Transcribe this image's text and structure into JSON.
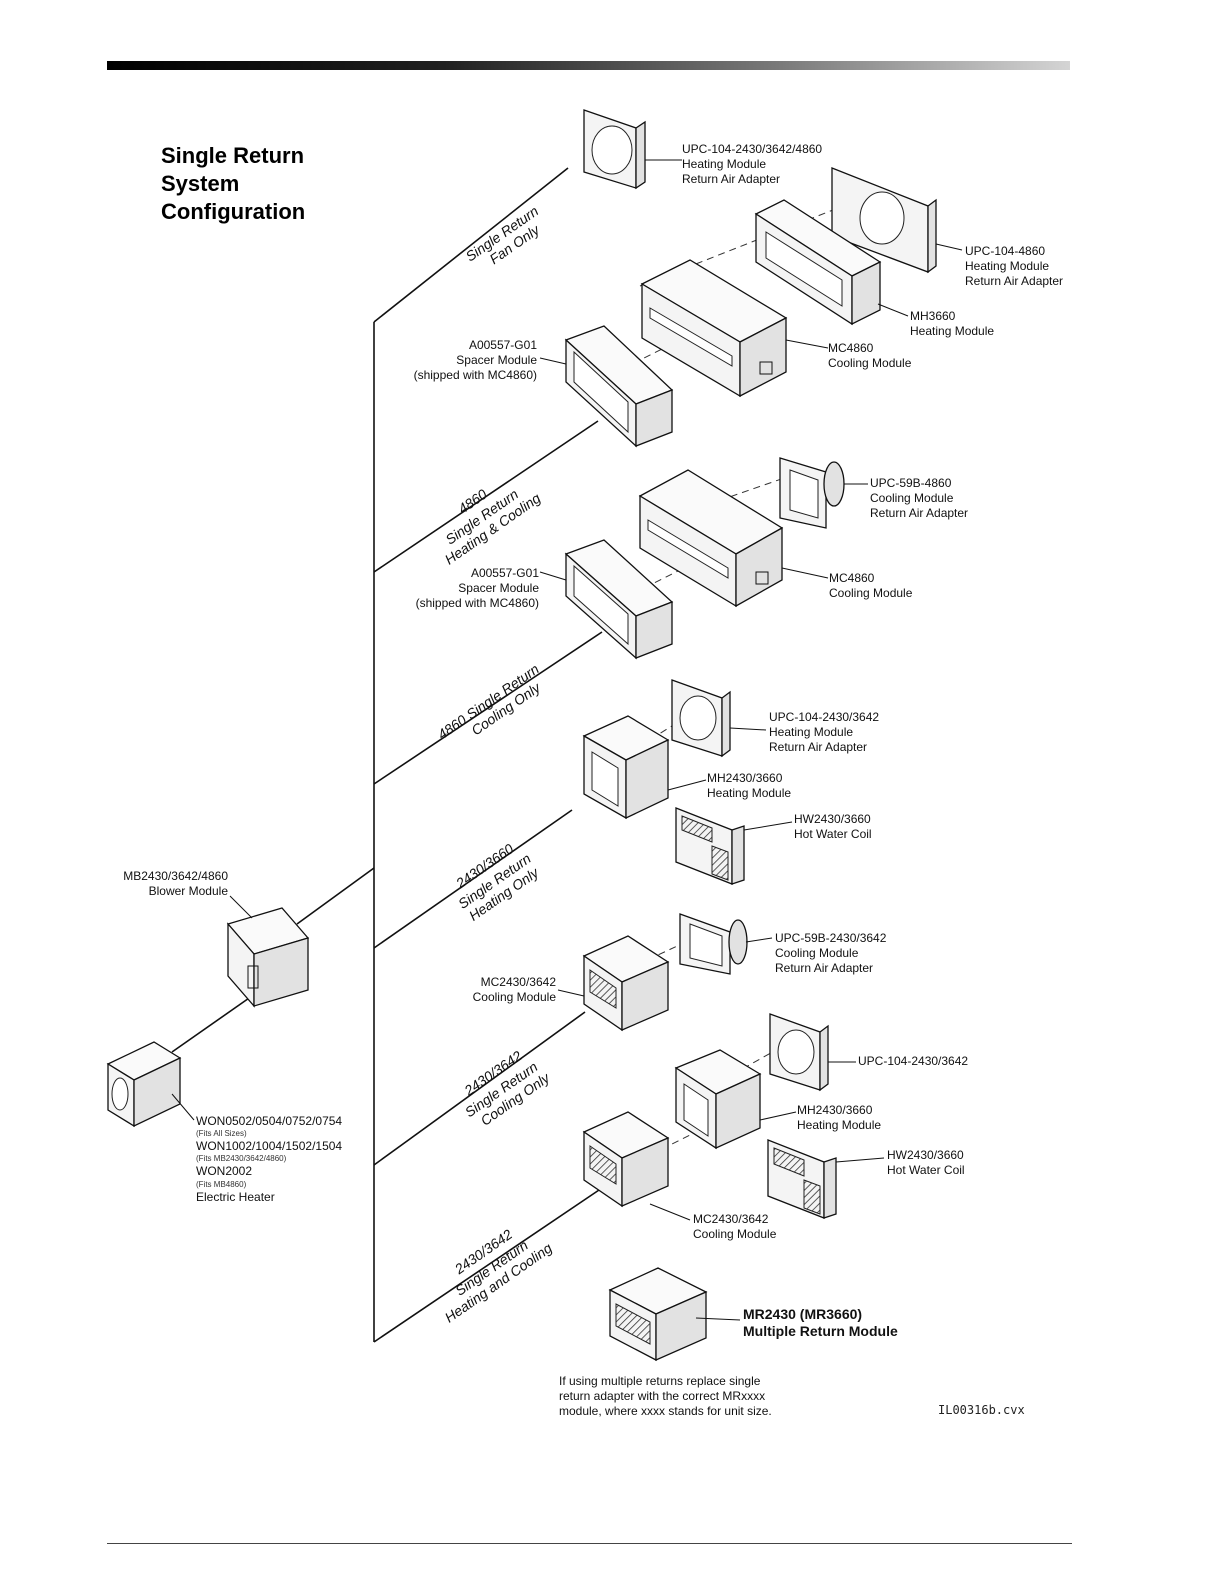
{
  "title_lines": [
    "Single Return",
    "System",
    "Configuration"
  ],
  "branches": [
    {
      "line1": "Single Return",
      "line2": "Fan Only"
    },
    {
      "line0": "4860",
      "line1": "Single Return",
      "line2": "Heating & Cooling"
    },
    {
      "line1": "4860 Single Return",
      "line2": "Cooling Only"
    },
    {
      "line0": "2430/3660",
      "line1": "Single Return",
      "line2": "Heating Only"
    },
    {
      "line0": "2430/3642",
      "line1": "Single Return",
      "line2": "Cooling Only"
    },
    {
      "line0": "2430/3642",
      "line1": "Single Return",
      "line2": "Heating and Cooling"
    }
  ],
  "labels": {
    "upc104_all": [
      "UPC-104-2430/3642/4860",
      "Heating Module",
      "Return Air Adapter"
    ],
    "upc104_4860": [
      "UPC-104-4860",
      "Heating Module",
      "Return Air Adapter"
    ],
    "mh3660": [
      "MH3660",
      "Heating Module"
    ],
    "mc4860_a": [
      "MC4860",
      "Cooling Module"
    ],
    "spacer_a": [
      "A00557-G01",
      "Spacer Module",
      "(shipped with MC4860)"
    ],
    "upc59b_4860": [
      "UPC-59B-4860",
      "Cooling Module",
      "Return Air Adapter"
    ],
    "mc4860_b": [
      "MC4860",
      "Cooling Module"
    ],
    "spacer_b": [
      "A00557-G01",
      "Spacer Module",
      "(shipped with MC4860)"
    ],
    "upc104_2430": [
      "UPC-104-2430/3642",
      "Heating Module",
      "Return Air Adapter"
    ],
    "mh2430_a": [
      "MH2430/3660",
      "Heating Module"
    ],
    "hw2430_a": [
      "HW2430/3660",
      "Hot Water Coil"
    ],
    "blower": [
      "MB2430/3642/4860",
      "Blower Module"
    ],
    "upc59b_2430": [
      "UPC-59B-2430/3642",
      "Cooling Module",
      "Return Air Adapter"
    ],
    "mc2430_a": [
      "MC2430/3642",
      "Cooling Module"
    ],
    "upc104_2430b": [
      "UPC-104-2430/3642"
    ],
    "mh2430_b": [
      "MH2430/3660",
      "Heating Module"
    ],
    "hw2430_b": [
      "HW2430/3660",
      "Hot Water Coil"
    ],
    "mc2430_b": [
      "MC2430/3642",
      "Cooling Module"
    ],
    "heater": {
      "l1": "WON0502/0504/0752/0754",
      "s1": "(Fits All Sizes)",
      "l2": "WON1002/1004/1502/1504",
      "s2": "(Fits MB2430/3642/4860)",
      "l3": "WON2002",
      "s3": "(Fits MB4860)",
      "l4": "Electric Heater"
    },
    "mr2430": [
      "MR2430 (MR3660)",
      "Multiple Return Module"
    ]
  },
  "note_lines": [
    "If using multiple returns replace single",
    "return adapter with the correct MRxxxx",
    "module, where xxxx stands for unit size."
  ],
  "drawing_id": "IL00316b.cvx"
}
